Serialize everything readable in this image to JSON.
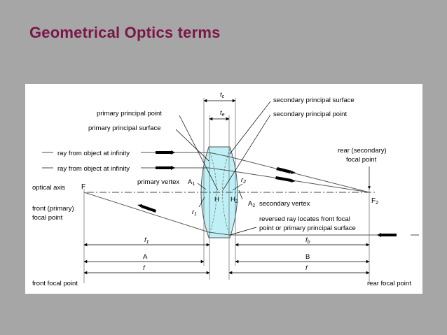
{
  "slide": {
    "title": "Geometrical Optics terms"
  },
  "diagram": {
    "labels": {
      "tc": "t",
      "tc_sub": "c",
      "te": "t",
      "te_sub": "e",
      "primary_principal_point": "primary principal point",
      "primary_principal_surface": "primary principal surface",
      "secondary_principal_surface": "secondary principal surface",
      "secondary_principal_point": "secondary principal point",
      "ray_infinity_1": "ray from object at infinity",
      "ray_infinity_2": "ray from object at infinity",
      "rear_secondary_1": "rear (secondary)",
      "rear_secondary_2": "focal point",
      "optical_axis": "optical axis",
      "F": "F",
      "primary_vertex": "primary vertex",
      "A1": "A",
      "A1_sub": "1",
      "r2": "r",
      "r2_sub": "2",
      "H": "H",
      "H2": "H",
      "H2_sub": "2",
      "A2": "A",
      "A2_sub": "2",
      "secondary_vertex": "secondary vertex",
      "F2": "F",
      "F2_sub": "2",
      "front_primary_1": "front (primary)",
      "front_primary_2": "focal point",
      "r1": "r",
      "r1_sub": "1",
      "reversed_1": "reversed ray locates front focal",
      "reversed_2": "point or primary principal surface",
      "f1": "f",
      "f1_sub": "1",
      "fb": "f",
      "fb_sub": "b",
      "A_dim": "A",
      "B_dim": "B",
      "f_left": "f",
      "f_right": "f",
      "front_focal_point": "front focal point",
      "rear_focal_point": "rear focal point"
    }
  }
}
